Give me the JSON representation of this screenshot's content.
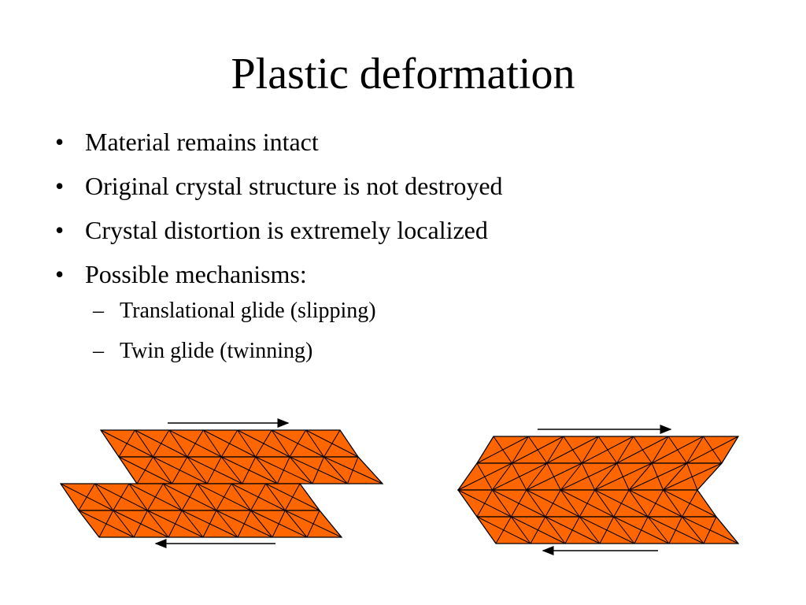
{
  "slide": {
    "title": "Plastic deformation",
    "bullets": [
      {
        "marker": "•",
        "text": "Material remains intact"
      },
      {
        "marker": "•",
        "text": "Original crystal structure is not destroyed"
      },
      {
        "marker": "•",
        "text": "Crystal distortion is extremely localized"
      },
      {
        "marker": "•",
        "text": "Possible mechanisms:"
      }
    ],
    "subbullets": [
      {
        "marker": "–",
        "text": "Translational glide (slipping)"
      },
      {
        "marker": "–",
        "text": "Twin glide (twinning)"
      }
    ]
  },
  "colors": {
    "lattice_fill": "#FF6600",
    "lattice_line": "#000000",
    "text": "#000000",
    "background": "#FFFFFF"
  },
  "diagrams": [
    {
      "name": "slip-diagram",
      "mechanism": "translational glide",
      "shift_arrows": [
        "right (top)",
        "left (bottom)"
      ]
    },
    {
      "name": "twin-diagram",
      "mechanism": "twin glide",
      "shift_arrows": [
        "right (top)",
        "left (bottom)"
      ]
    }
  ]
}
